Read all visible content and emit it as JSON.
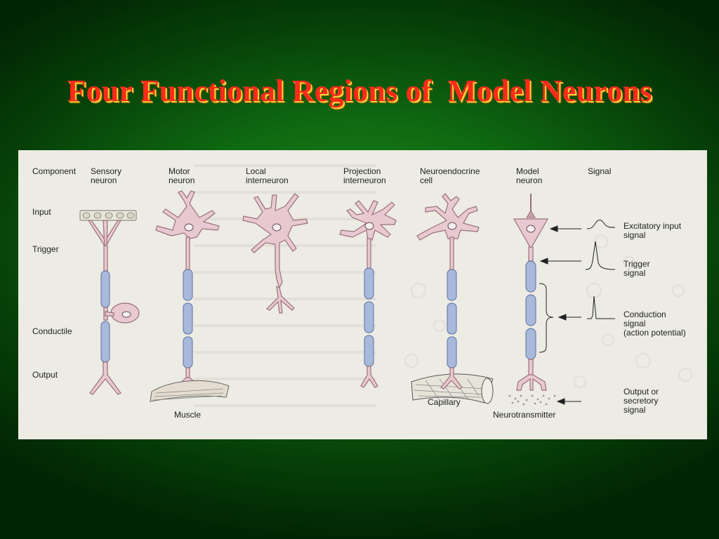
{
  "slide": {
    "title": "Four Functional Regions of  Model Neurons"
  },
  "figure": {
    "row_header": "Component",
    "rows": [
      "Input",
      "Trigger",
      "Conductile",
      "Output"
    ],
    "columns": [
      {
        "line1": "Sensory",
        "line2": "neuron"
      },
      {
        "line1": "Motor",
        "line2": "neuron"
      },
      {
        "line1": "Local",
        "line2": "interneuron"
      },
      {
        "line1": "Projection",
        "line2": "interneuron"
      },
      {
        "line1": "Neuroendocrine",
        "line2": "cell"
      },
      {
        "line1": "Model",
        "line2": "neuron"
      },
      {
        "line1": "Signal",
        "line2": ""
      }
    ],
    "labels": {
      "muscle": "Muscle",
      "capillary": "Capillary",
      "neurotransmitter": "Neurotransmitter"
    },
    "signals": [
      {
        "line1": "Excitatory input",
        "line2": "signal",
        "line3": ""
      },
      {
        "line1": "Trigger",
        "line2": "signal",
        "line3": ""
      },
      {
        "line1": "Conduction",
        "line2": "signal",
        "line3": "(action potential)"
      },
      {
        "line1": "Output or",
        "line2": "secretory",
        "line3": "signal"
      }
    ]
  },
  "colors": {
    "title": "#ff2a1a",
    "title_shadow": "#ffd43a",
    "cell_body": "#e9c9d1",
    "myelin": "#a8b9dc"
  }
}
